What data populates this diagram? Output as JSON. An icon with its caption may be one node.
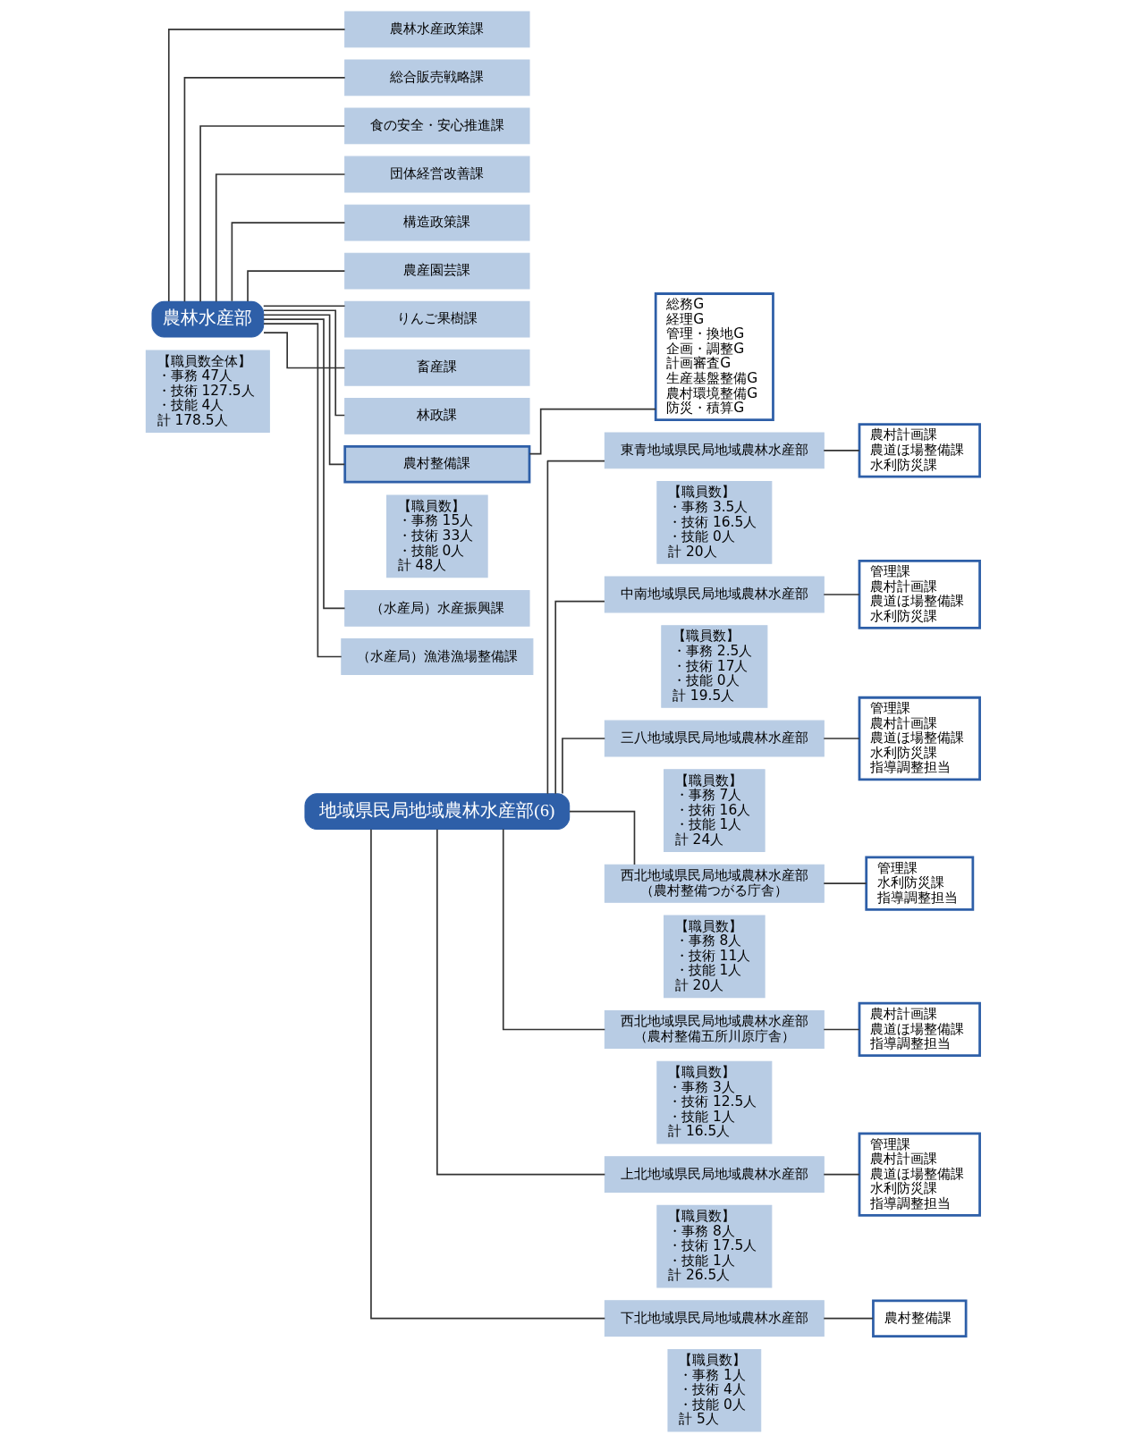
{
  "diagram": {
    "nodes": [
      {
        "text": [
          "農林水産部"
        ]
      },
      {
        "text": [
          "【職員数全体】",
          "・事務 47人",
          "・技術 127.5人",
          "・技能 4人",
          "計 178.5人"
        ]
      },
      {
        "text": [
          "農林水産政策課"
        ]
      },
      {
        "text": [
          "総合販売戦略課"
        ]
      },
      {
        "text": [
          "食の安全・安心推進課"
        ]
      },
      {
        "text": [
          "団体経営改善課"
        ]
      },
      {
        "text": [
          "構造政策課"
        ]
      },
      {
        "text": [
          "農産園芸課"
        ]
      },
      {
        "text": [
          "りんご果樹課"
        ]
      },
      {
        "text": [
          "畜産課"
        ]
      },
      {
        "text": [
          "林政課"
        ]
      },
      {
        "text": [
          "農村整備課"
        ]
      },
      {
        "text": [
          "【職員数】",
          "・事務 15人",
          "・技術 33人",
          "・技能 0人",
          "計 48人"
        ]
      },
      {
        "text": [
          "総務G",
          "経理G",
          "管理・換地G",
          "企画・調整G",
          "計画審査G",
          "生産基盤整備G",
          "農村環境整備G",
          "防災・積算G"
        ]
      },
      {
        "text": [
          "（水産局）水産振興課"
        ]
      },
      {
        "text": [
          "（水産局）漁港漁場整備課"
        ]
      },
      {
        "text": [
          "地域県民局地域農林水産部(6)"
        ]
      },
      {
        "text": [
          "東青地域県民局地域農林水産部"
        ]
      },
      {
        "text": [
          "【職員数】",
          "・事務 3.5人",
          "・技術 16.5人",
          "・技能 0人",
          "計 20人"
        ]
      },
      {
        "text": [
          "農村計画課",
          "農道ほ場整備課",
          "水利防災課"
        ]
      },
      {
        "text": [
          "中南地域県民局地域農林水産部"
        ]
      },
      {
        "text": [
          "【職員数】",
          "・事務 2.5人",
          "・技術 17人",
          "・技能 0人",
          "計 19.5人"
        ]
      },
      {
        "text": [
          "管理課",
          "農村計画課",
          "農道ほ場整備課",
          "水利防災課"
        ]
      },
      {
        "text": [
          "三八地域県民局地域農林水産部"
        ]
      },
      {
        "text": [
          "【職員数】",
          "・事務 7人",
          "・技術 16人",
          "・技能 1人",
          "計 24人"
        ]
      },
      {
        "text": [
          "管理課",
          "農村計画課",
          "農道ほ場整備課",
          "水利防災課",
          "指導調整担当"
        ]
      },
      {
        "text": [
          "西北地域県民局地域農林水産部",
          "（農村整備つがる庁舎）"
        ]
      },
      {
        "text": [
          "【職員数】",
          "・事務 8人",
          "・技術 11人",
          "・技能 1人",
          "計 20人"
        ]
      },
      {
        "text": [
          "管理課",
          "水利防災課",
          "指導調整担当"
        ]
      },
      {
        "text": [
          "西北地域県民局地域農林水産部",
          "（農村整備五所川原庁舎）"
        ]
      },
      {
        "text": [
          "【職員数】",
          "・事務 3人",
          "・技術 12.5人",
          "・技能 1人",
          "計 16.5人"
        ]
      },
      {
        "text": [
          "農村計画課",
          "農道ほ場整備課",
          "指導調整担当"
        ]
      },
      {
        "text": [
          "上北地域県民局地域農林水産部"
        ]
      },
      {
        "text": [
          "【職員数】",
          "・事務 8人",
          "・技術 17.5人",
          "・技能 1人",
          "計 26.5人"
        ]
      },
      {
        "text": [
          "管理課",
          "農村計画課",
          "農道ほ場整備課",
          "水利防災課",
          "指導調整担当"
        ]
      },
      {
        "text": [
          "下北地域県民局地域農林水産部"
        ]
      },
      {
        "text": [
          "【職員数】",
          "・事務 1人",
          "・技術 4人",
          "・技能 0人",
          "計 5人"
        ]
      },
      {
        "text": [
          "農村整備課"
        ]
      }
    ],
    "edges": [
      {
        "from": 0,
        "to": 2,
        "arrow": "none"
      },
      {
        "from": 0,
        "to": 3,
        "arrow": "none"
      },
      {
        "from": 0,
        "to": 4,
        "arrow": "none"
      },
      {
        "from": 0,
        "to": 5,
        "arrow": "none"
      },
      {
        "from": 0,
        "to": 6,
        "arrow": "none"
      },
      {
        "from": 0,
        "to": 7,
        "arrow": "none"
      },
      {
        "from": 0,
        "to": 8,
        "arrow": "none"
      },
      {
        "from": 0,
        "to": 9,
        "arrow": "none"
      },
      {
        "from": 0,
        "to": 10,
        "arrow": "none"
      },
      {
        "from": 0,
        "to": 11,
        "arrow": "none"
      },
      {
        "from": 11,
        "to": 13,
        "arrow": "none"
      },
      {
        "from": 0,
        "to": 14,
        "arrow": "none"
      },
      {
        "from": 0,
        "to": 15,
        "arrow": "none"
      },
      {
        "from": 16,
        "to": 17,
        "arrow": "none"
      },
      {
        "from": 17,
        "to": 19,
        "arrow": "none"
      },
      {
        "from": 16,
        "to": 20,
        "arrow": "none"
      },
      {
        "from": 20,
        "to": 22,
        "arrow": "none"
      },
      {
        "from": 16,
        "to": 23,
        "arrow": "none"
      },
      {
        "from": 23,
        "to": 25,
        "arrow": "none"
      },
      {
        "from": 16,
        "to": 26,
        "arrow": "none"
      },
      {
        "from": 26,
        "to": 28,
        "arrow": "none"
      },
      {
        "from": 16,
        "to": 29,
        "arrow": "none"
      },
      {
        "from": 29,
        "to": 31,
        "arrow": "none"
      },
      {
        "from": 16,
        "to": 32,
        "arrow": "none"
      },
      {
        "from": 32,
        "to": 34,
        "arrow": "none"
      },
      {
        "from": 16,
        "to": 35,
        "arrow": "none"
      },
      {
        "from": 35,
        "to": 37,
        "arrow": "none"
      }
    ]
  }
}
